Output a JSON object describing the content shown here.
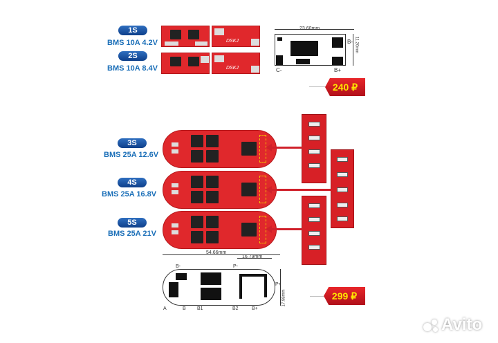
{
  "top_section": {
    "variants": [
      {
        "badge": "1S",
        "label": "BMS 10A 4.2V"
      },
      {
        "badge": "2S",
        "label": "BMS 10A 8.4V"
      }
    ],
    "board_logo": "DSKJ",
    "diagram": {
      "width_dim": "23.60mm",
      "height_dim": "11.20mm",
      "pins": [
        "B-",
        "C-",
        "B+"
      ]
    },
    "price": "240 ₽"
  },
  "bottom_section": {
    "variants": [
      {
        "badge": "3S",
        "label": "BMS 25A 12.6V"
      },
      {
        "badge": "4S",
        "label": "BMS  25A 16.8V"
      },
      {
        "badge": "5S",
        "label": "BMS 25A 21V"
      }
    ],
    "diagram": {
      "width_dim": "54.66mm",
      "sub_dim": "16.79mm",
      "height_dim": "17.98mm",
      "pins_top": [
        "B-",
        "P-"
      ],
      "pin_right": "P+",
      "pins_bottom": [
        "A",
        "B",
        "B1",
        "B2",
        "B+"
      ]
    },
    "price": "299 ₽"
  },
  "watermark": "Avito",
  "colors": {
    "badge": "#1a4f9e",
    "label": "#1b6fb8",
    "board": "#e0282c",
    "price_tag": "#d01c22",
    "price_text": "#ffe400"
  }
}
